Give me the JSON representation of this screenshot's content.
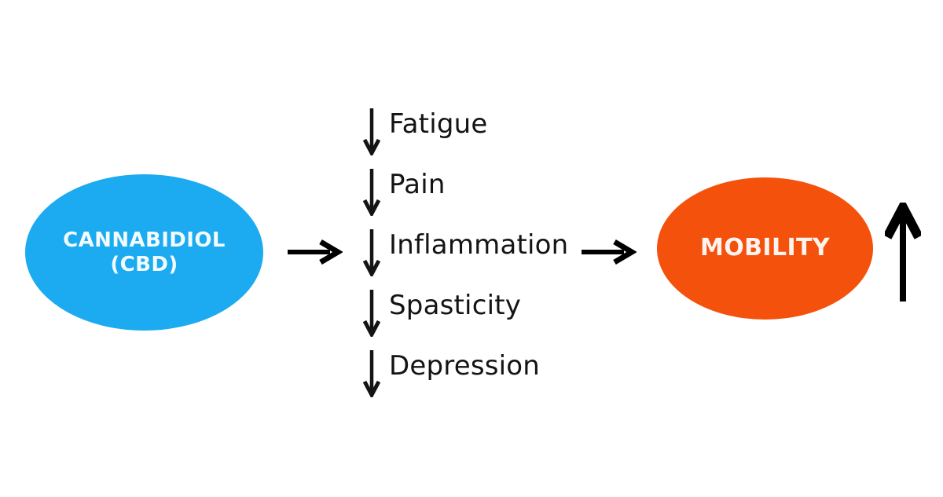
{
  "diagram": {
    "type": "flow",
    "background_color": "#ffffff",
    "nodes": [
      {
        "id": "cannabidiol",
        "label": "CANNABIDIOL\n(CBD)",
        "shape": "ellipse",
        "fill_color": "#1CAAF0",
        "text_color": "#f2fbff"
      },
      {
        "id": "mobility",
        "label": "MOBILITY",
        "shape": "ellipse",
        "fill_color": "#F4510D",
        "text_color": "#fdf4ef"
      }
    ],
    "effects": {
      "direction_icon": "down-arrow-icon",
      "items": [
        {
          "label": "Fatigue",
          "direction": "decrease"
        },
        {
          "label": "Pain",
          "direction": "decrease"
        },
        {
          "label": "Inflammation",
          "direction": "decrease"
        },
        {
          "label": "Spasticity",
          "direction": "decrease"
        },
        {
          "label": "Depression",
          "direction": "decrease"
        }
      ]
    },
    "connectors": [
      {
        "id": "cbd-to-effects",
        "icon": "right-arrow-icon"
      },
      {
        "id": "effects-to-mobility",
        "icon": "right-arrow-icon"
      }
    ],
    "outcome_indicator": {
      "icon": "up-arrow-icon",
      "direction": "increase",
      "color": "#000000"
    }
  }
}
